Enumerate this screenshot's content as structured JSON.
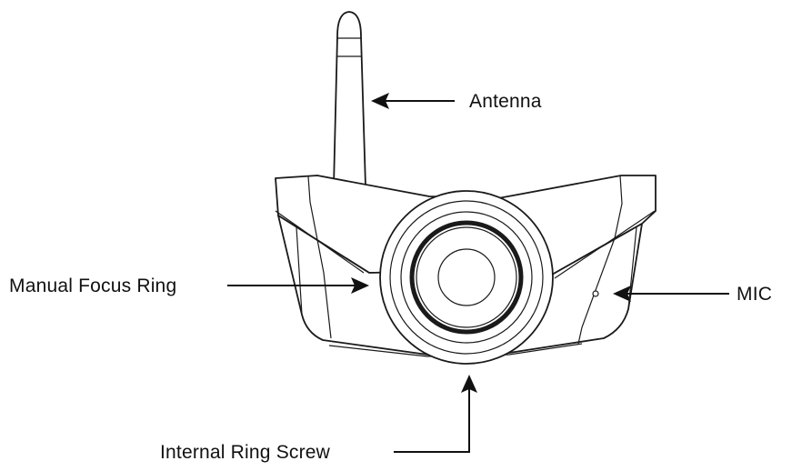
{
  "labels": {
    "antenna": "Antenna",
    "manual_focus_ring": "Manual Focus Ring",
    "mic": "MIC",
    "internal_ring_screw": "Internal Ring Screw"
  }
}
